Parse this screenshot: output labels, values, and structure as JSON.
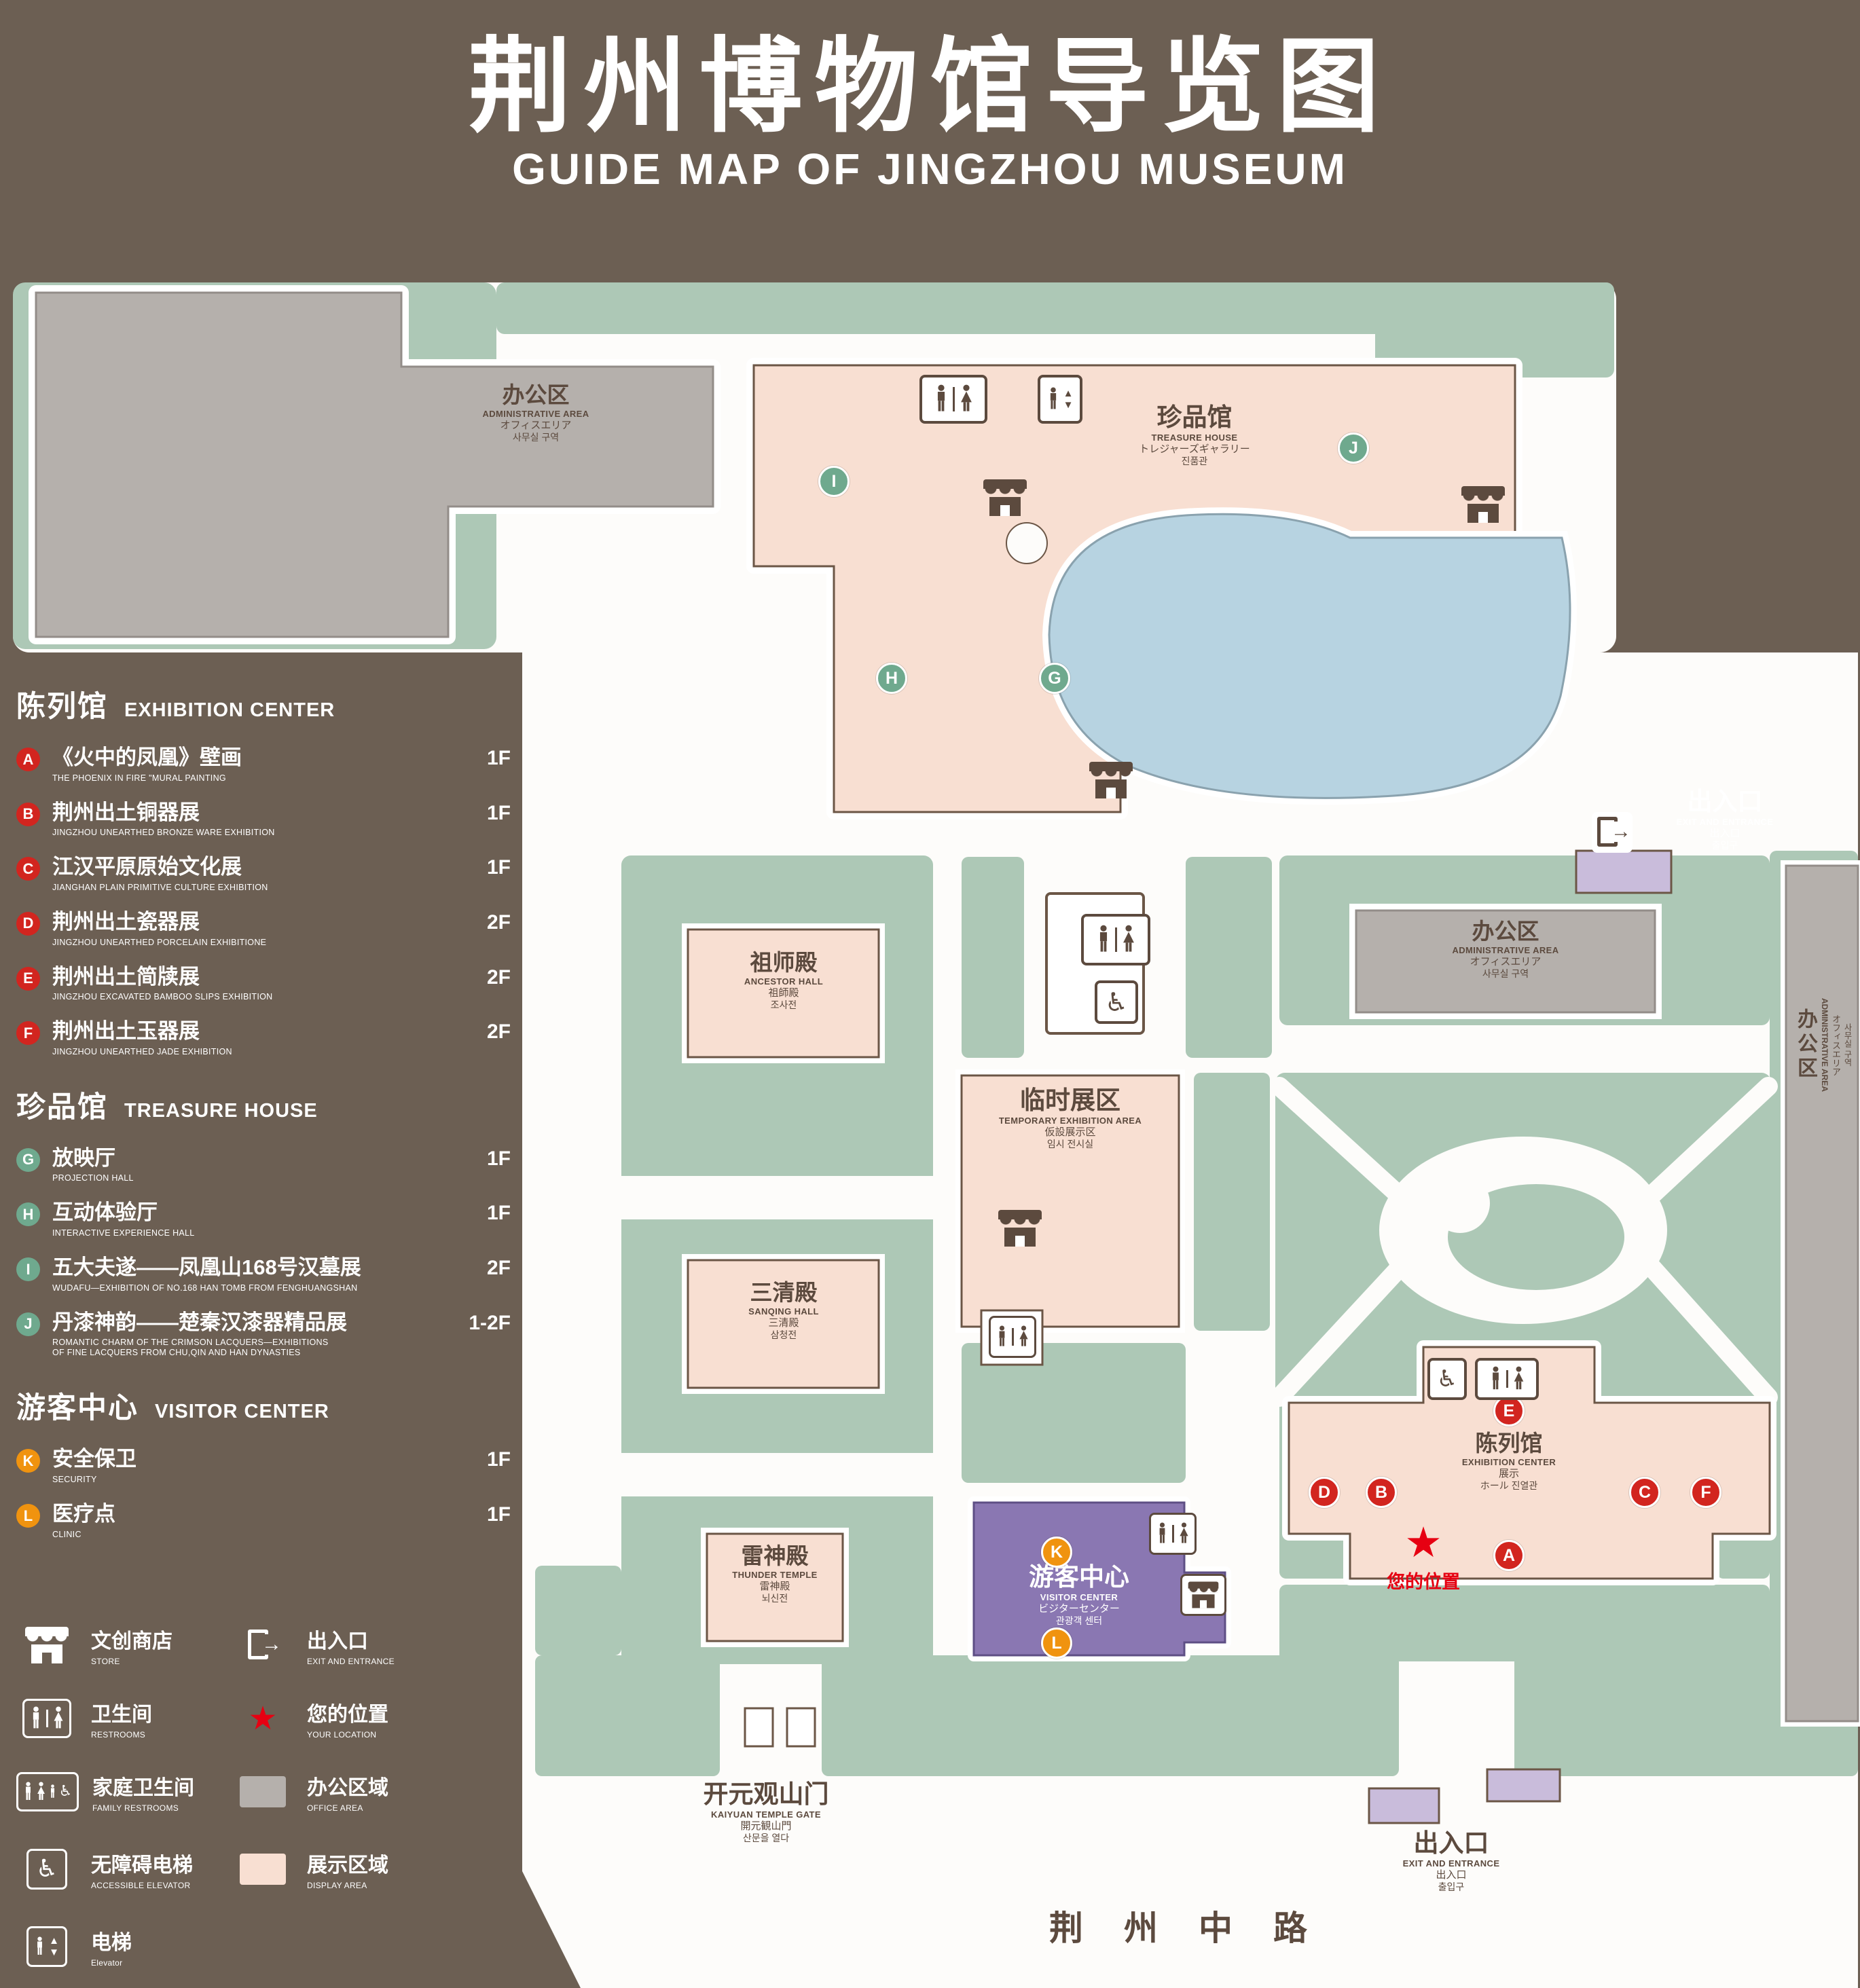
{
  "title": {
    "cn": "荆州博物馆导览图",
    "en": "GUIDE MAP OF JINGZHOU MUSEUM"
  },
  "icons": {
    "star": "★",
    "wheelchair": "♿",
    "up": "▲",
    "down": "▼",
    "arrow": "→"
  },
  "legend": {
    "sections": [
      {
        "cn": "陈列馆",
        "en": "EXHIBITION CENTER"
      },
      {
        "cn": "珍品馆",
        "en": "TREASURE HOUSE"
      },
      {
        "cn": "游客中心",
        "en": "VISITOR CENTER"
      }
    ],
    "items": [
      {
        "id": "A",
        "cn": "《火中的凤凰》壁画",
        "en": "THE PHOENIX IN FIRE \"MURAL PAINTING",
        "floor": "1F"
      },
      {
        "id": "B",
        "cn": "荆州出土铜器展",
        "en": "JINGZHOU UNEARTHED BRONZE WARE EXHIBITION",
        "floor": "1F"
      },
      {
        "id": "C",
        "cn": "江汉平原原始文化展",
        "en": "JIANGHAN PLAIN PRIMITIVE CULTURE EXHIBITION",
        "floor": "1F"
      },
      {
        "id": "D",
        "cn": "荆州出土瓷器展",
        "en": "JINGZHOU UNEARTHED PORCELAIN EXHIBITIONE",
        "floor": "2F"
      },
      {
        "id": "E",
        "cn": "荆州出土简牍展",
        "en": "JINGZHOU EXCAVATED BAMBOO SLIPS EXHIBITION",
        "floor": "2F"
      },
      {
        "id": "F",
        "cn": "荆州出土玉器展",
        "en": "JINGZHOU UNEARTHED JADE EXHIBITION",
        "floor": "2F"
      },
      {
        "id": "G",
        "cn": "放映厅",
        "en": "PROJECTION HALL",
        "floor": "1F"
      },
      {
        "id": "H",
        "cn": "互动体验厅",
        "en": "INTERACTIVE EXPERIENCE HALL",
        "floor": "1F"
      },
      {
        "id": "I",
        "cn": "五大夫遂——凤凰山168号汉墓展",
        "en": "WUDAFU—EXHIBITION OF NO.168 HAN TOMB FROM FENGHUANGSHAN",
        "floor": "2F"
      },
      {
        "id": "J",
        "cn": "丹漆神韵——楚秦汉漆器精品展",
        "en": "ROMANTIC CHARM OF THE CRIMSON LACQUERS—EXHIBITIONS",
        "en2": "OF FINE LACQUERS FROM CHU,QIN AND HAN DYNASTIES",
        "floor": "1-2F"
      },
      {
        "id": "K",
        "cn": "安全保卫",
        "en": "SECURITY",
        "floor": "1F"
      },
      {
        "id": "L",
        "cn": "医疗点",
        "en": "CLINIC",
        "floor": "1F"
      }
    ],
    "symbols": [
      {
        "cn": "文创商店",
        "en": "STORE"
      },
      {
        "cn": "出入口",
        "en": "EXIT AND ENTRANCE"
      },
      {
        "cn": "卫生间",
        "en": "RESTROOMS"
      },
      {
        "cn": "您的位置",
        "en": "YOUR LOCATION"
      },
      {
        "cn": "家庭卫生间",
        "en": "FAMILY RESTROOMS"
      },
      {
        "cn": "办公区域",
        "en": "OFFICE AREA"
      },
      {
        "cn": "无障碍电梯",
        "en": "ACCESSIBLE ELEVATOR"
      },
      {
        "cn": "展示区域",
        "en": "DISPLAY AREA"
      },
      {
        "cn": "电梯",
        "en": "Elevator"
      }
    ]
  },
  "map": {
    "admin": {
      "cn": "办公区",
      "en": "ADMINISTRATIVE AREA",
      "jp": "オフィスエリア",
      "kr": "사무실 구역"
    },
    "treasure": {
      "cn": "珍品馆",
      "en": "TREASURE HOUSE",
      "jp": "トレジャーズギャラリー",
      "kr": "진품관"
    },
    "exit": {
      "cn": "出入口",
      "en": "EXIT AND ENTRANCE",
      "jp": "出入口",
      "kr": "출입구"
    },
    "ancestor": {
      "cn": "祖师殿",
      "en": "ANCESTOR HALL",
      "jp": "祖師殿",
      "kr": "조사전"
    },
    "temporary": {
      "cn": "临时展区",
      "en": "TEMPORARY EXHIBITION AREA",
      "jp": "仮設展示区",
      "kr": "임시 전시실"
    },
    "sanqing": {
      "cn": "三清殿",
      "en": "SANQING HALL",
      "jp": "三清殿",
      "kr": "삼청전"
    },
    "thunder": {
      "cn": "雷神殿",
      "en": "THUNDER TEMPLE",
      "jp": "雷神殿",
      "kr": "뇌신전"
    },
    "visitor": {
      "cn": "游客中心",
      "en": "VISITOR CENTER",
      "jp": "ビジターセンター",
      "kr": "관광객 센터"
    },
    "exhibition": {
      "cn": "陈列馆",
      "en": "EXHIBITION CENTER",
      "jp": "展示",
      "kr": "ホール 진열관"
    },
    "gate": {
      "cn": "开元观山门",
      "en": "KAIYUAN TEMPLE GATE",
      "jp": "開元観山門",
      "kr": "산문을 열다"
    },
    "your_location": "您的位置",
    "road": "荆州中路"
  }
}
